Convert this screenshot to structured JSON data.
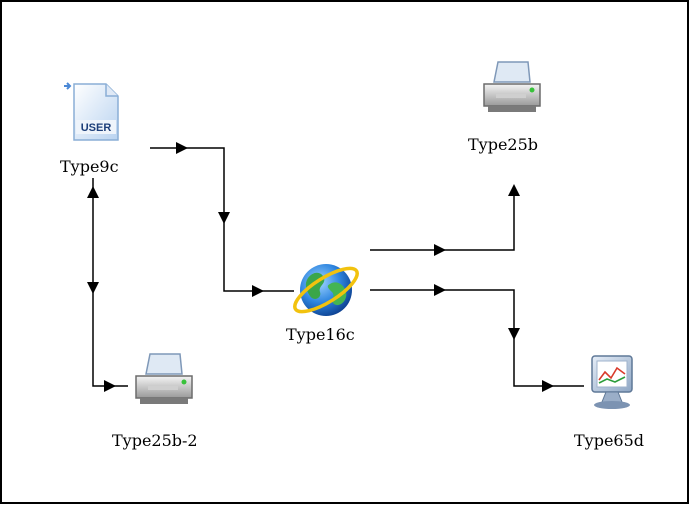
{
  "diagram": {
    "nodes": [
      {
        "id": "type9c",
        "label": "Type9c",
        "icon": "user-file-icon",
        "icon_text": "USER"
      },
      {
        "id": "type16c",
        "label": "Type16c",
        "icon": "globe-icon"
      },
      {
        "id": "type25b",
        "label": "Type25b",
        "icon": "printer-icon"
      },
      {
        "id": "type25b2",
        "label": "Type25b-2",
        "icon": "printer-icon"
      },
      {
        "id": "type65d",
        "label": "Type65d",
        "icon": "monitor-chart-icon"
      }
    ],
    "connections": [
      {
        "from": "Type9c",
        "to": "Type16c"
      },
      {
        "from": "Type9c",
        "to": "Type25b-2"
      },
      {
        "from": "Type16c",
        "to": "Type25b"
      },
      {
        "from": "Type16c",
        "to": "Type65d"
      }
    ],
    "colors": {
      "wire": "#000000",
      "border": "#000000",
      "background": "#ffffff"
    }
  }
}
